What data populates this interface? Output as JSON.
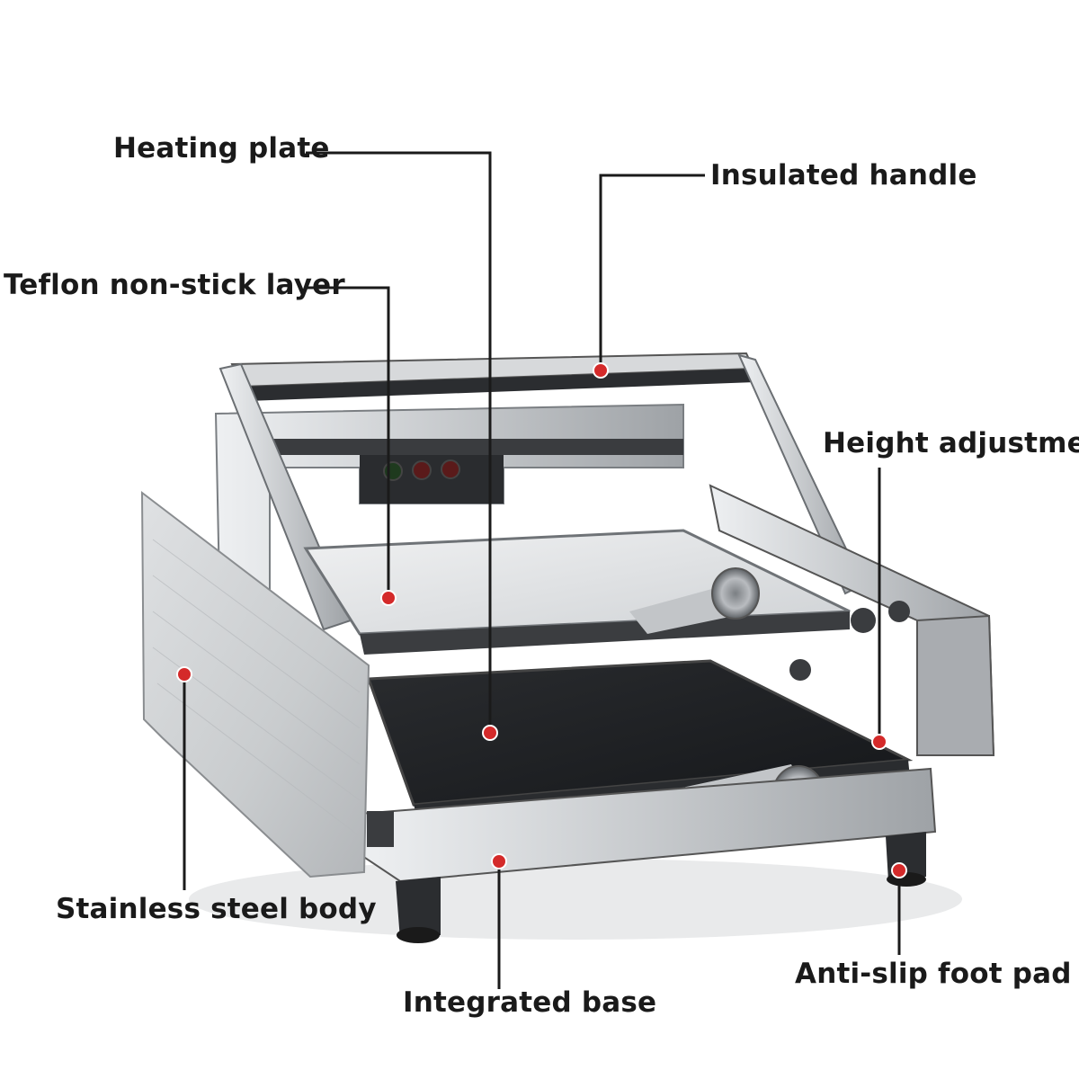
{
  "callouts": {
    "heating_plate": "Heating plate",
    "teflon_layer": "Teflon non-stick layer",
    "insulated_handle": "Insulated handle",
    "height_adjustment": "Height adjustment",
    "stainless_body": "Stainless steel body",
    "integrated_base": "Integrated base",
    "anti_slip_foot_pad": "Anti-slip foot pad"
  },
  "colors": {
    "marker": "#d42a2a",
    "leader_line": "#1a1a1a",
    "steel_light": "#e4e6e8",
    "steel_mid": "#b9bcc0",
    "steel_dark": "#6f7377",
    "plate_black": "#1f2124"
  }
}
